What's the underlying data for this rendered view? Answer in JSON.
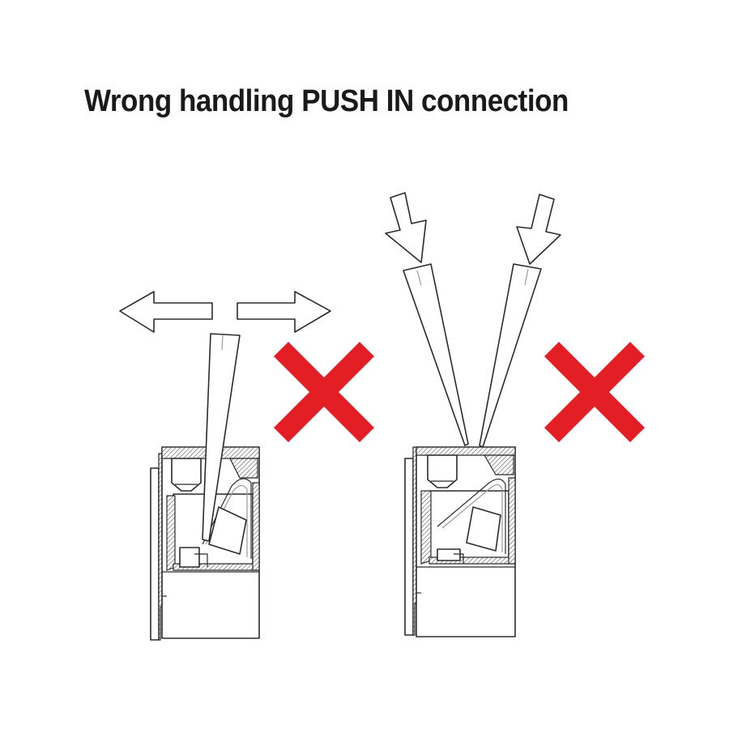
{
  "title": "Wrong handling PUSH IN connection",
  "colors": {
    "wrong_mark": "#e31e24",
    "outline": "#2b2b2b"
  },
  "panels": [
    {
      "name": "lever-sideways",
      "verdict": "wrong",
      "motion": "left-right"
    },
    {
      "name": "push-down-two-tools",
      "verdict": "wrong",
      "motion": "down"
    }
  ]
}
